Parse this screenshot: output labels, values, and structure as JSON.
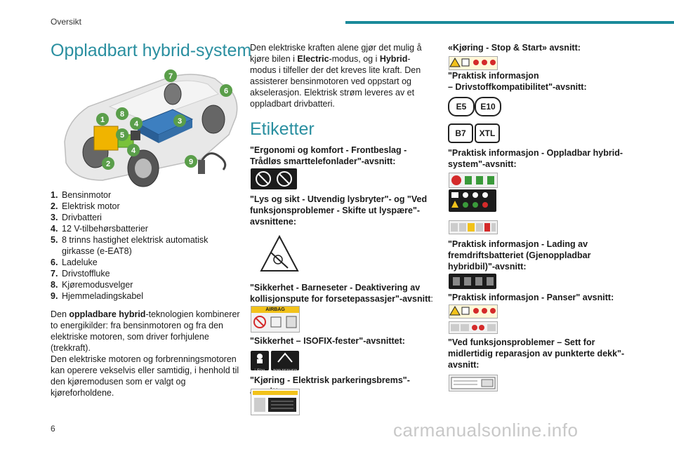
{
  "header": {
    "section": "Oversikt"
  },
  "page_number": "6",
  "watermark": "carmanualsonline.info",
  "left": {
    "title": "Oppladbart hybrid-system",
    "callouts": [
      "1",
      "2",
      "3",
      "4",
      "5",
      "4",
      "6",
      "7",
      "8",
      "9"
    ],
    "legend": [
      {
        "n": "1.",
        "text": "Bensinmotor"
      },
      {
        "n": "2.",
        "text": "Elektrisk motor"
      },
      {
        "n": "3.",
        "text": "Drivbatteri"
      },
      {
        "n": "4.",
        "text": "12 V-tilbehørsbatterier"
      },
      {
        "n": "5.",
        "text": "8 trinns hastighet elektrisk automatisk girkasse (e-EAT8)"
      },
      {
        "n": "6.",
        "text": "Ladeluke"
      },
      {
        "n": "7.",
        "text": "Drivstoffluke"
      },
      {
        "n": "8.",
        "text": "Kjøremodusvelger"
      },
      {
        "n": "9.",
        "text": "Hjemmeladingskabel"
      }
    ],
    "para1_a": "Den ",
    "para1_b": "oppladbare hybrid",
    "para1_c": "-teknologien kombinerer to energikilder: fra bensinmotoren og fra den elektriske motoren, som driver forhjulene (trekkraft).",
    "para2": "Den elektriske motoren og forbrenningsmotoren kan operere vekselvis eller samtidig, i henhold til den kjøremodusen som er valgt og kjøreforholdene."
  },
  "middle": {
    "intro_a": "Den elektriske kraften alene gjør det mulig å kjøre bilen i ",
    "intro_b": "Electric",
    "intro_c": "-modus, og i ",
    "intro_d": "Hybrid",
    "intro_e": "-modus i tilfeller der det kreves lite kraft. Den assisterer bensinmotoren ved oppstart og akselerasjon. Elektrisk strøm leveres av et oppladbart drivbatteri.",
    "title": "Etiketter",
    "l1": "\"Ergonomi og komfort - Frontbeslag - Trådløs smarttelefonlader\"-avsnitt:",
    "l2": "\"Lys og sikt - Utvendig lysbryter\"- og \"Ved funksjonsproblemer - Skifte ut lyspære\"-avsnittene:",
    "l3a": "\"Sikkerhet - Barneseter - Deaktivering av kollisjonspute for forsetepassasjer\"-avsnitt",
    "l3b": ":",
    "airbag": "AIRBAG",
    "l4": "\"Sikkerhet – ISOFIX-fester\"-avsnittet:",
    "isize": "i-Size",
    "tether": "TOP TETHER",
    "l5a": "\"Kjøring - Elektrisk parkeringsbrems\"-avsnitt",
    "l5b": ":"
  },
  "right": {
    "r1": "«Kjøring - Stop & Start» avsnitt:",
    "r2a": "\"Praktisk informasjon",
    "r2b": "– Drivstoffkompatibilitet\"-avsnitt:",
    "fuels": [
      "E5",
      "E10",
      "B7",
      "XTL"
    ],
    "r3": "\"Praktisk informasjon - Oppladbar hybrid-system\"-avsnitt:",
    "r4": "\"Praktisk informasjon - Lading av fremdriftsbatteriet (Gjenoppladbar hybridbil)\"-avsnitt:",
    "r5": "\"Praktisk informasjon - Panser\" avsnitt:",
    "r6": "\"Ved funksjonsproblemer – Sett for midlertidig reparasjon av punkterte dekk\"-avsnitt:"
  },
  "colors": {
    "accent": "#1a8a9a",
    "title": "#2a8fa0",
    "callout": "#5a9e4a",
    "label_yellow": "#f2c21a",
    "label_red": "#d42a2a"
  },
  "icons": [
    "car-diagram",
    "no-phone-icon",
    "lighting-warning-icon",
    "airbag-label-icon",
    "isofix-icon",
    "parking-brake-label-icon",
    "stop-start-label-icon",
    "hybrid-label-icon",
    "charging-label-icon",
    "tyre-repair-label-icon"
  ]
}
